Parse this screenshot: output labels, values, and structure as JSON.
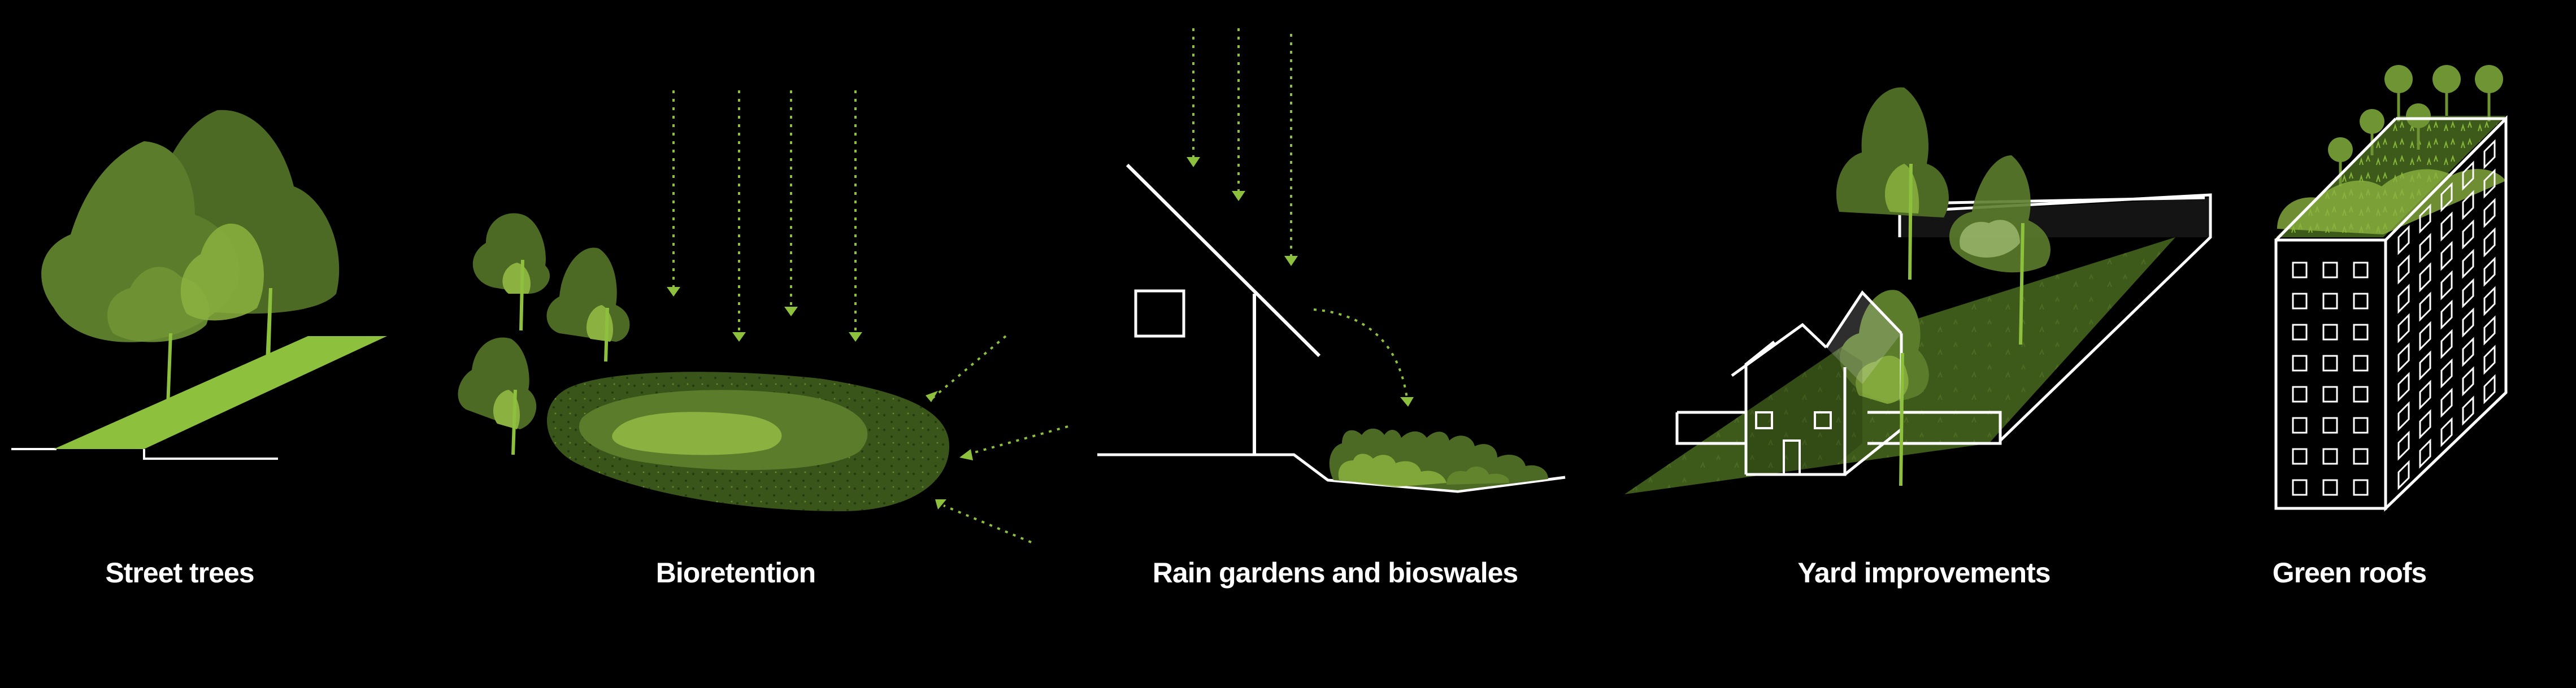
{
  "colors": {
    "background": "#000000",
    "tree_dark": "#4d6a24",
    "tree_mid": "#62842d",
    "tree_light": "#8bb140",
    "accent_bright": "#8dc03c",
    "ground_dark": "#2c4114",
    "line": "#ffffff",
    "rain": "#8dc03c"
  },
  "panels": [
    {
      "id": "street-trees",
      "label": "Street trees",
      "icon": "street-trees-illustration"
    },
    {
      "id": "bioretention",
      "label": "Bioretention",
      "icon": "bioretention-illustration"
    },
    {
      "id": "rain-gardens",
      "label": "Rain gardens and bioswales",
      "icon": "rain-garden-illustration"
    },
    {
      "id": "yard-improvements",
      "label": "Yard improvements",
      "icon": "yard-illustration"
    },
    {
      "id": "green-roofs",
      "label": "Green roofs",
      "icon": "green-roof-illustration"
    }
  ]
}
